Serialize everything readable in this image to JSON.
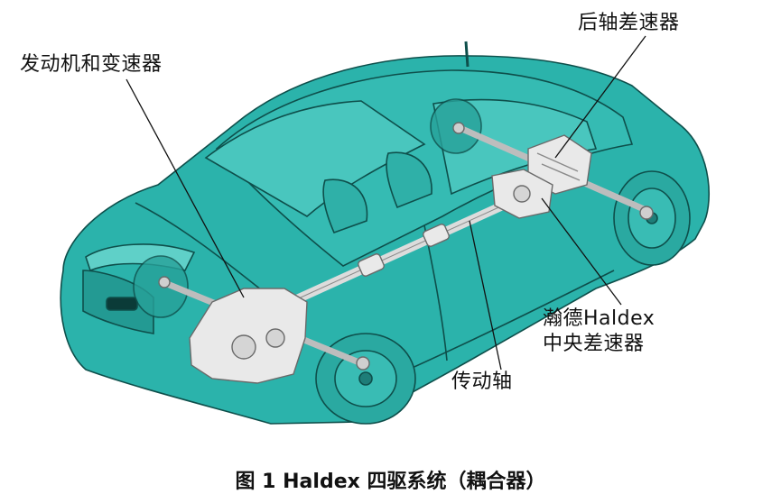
{
  "labels": {
    "engine_transmission": "发动机和变速器",
    "rear_differential": "后轴差速器",
    "haldex_center_line1": "瀚德Haldex",
    "haldex_center_line2": "中央差速器",
    "drive_shaft": "传动轴"
  },
  "caption": "图 1  Haldex 四驱系统（耦合器）",
  "colors": {
    "car_body": "#2bb3ab",
    "car_outline": "#0e4f4b",
    "car_glass": "#49c6be",
    "mechanical": "#e9e9e9",
    "mechanical_outline": "#6a6a6a",
    "leader_line": "#111111"
  }
}
